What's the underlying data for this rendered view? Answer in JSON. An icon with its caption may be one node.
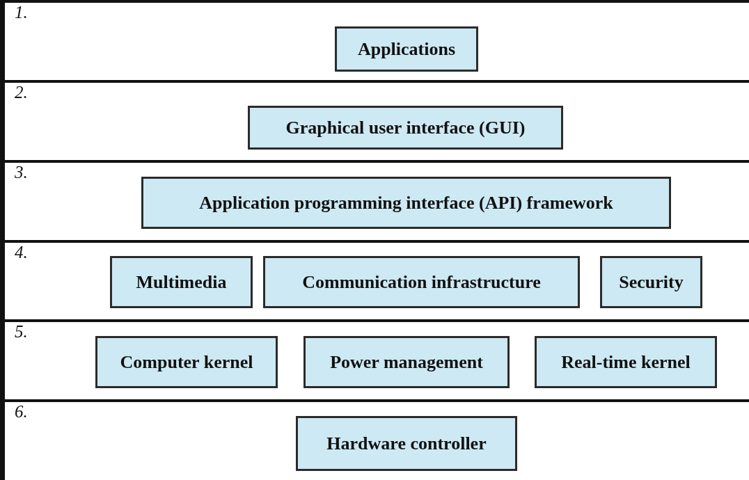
{
  "diagram": {
    "nodes": [
      {
        "text": [
          "1."
        ]
      },
      {
        "text": [
          "Applications"
        ],
        "in": 0
      },
      {
        "text": [
          "2."
        ]
      },
      {
        "text": [
          "Graphical user interface (GUI)"
        ],
        "in": 2
      },
      {
        "text": [
          "3."
        ]
      },
      {
        "text": [
          "Application programming interface (API) framework"
        ],
        "in": 4
      },
      {
        "text": [
          "4."
        ]
      },
      {
        "text": [
          "Multimedia"
        ],
        "in": 6
      },
      {
        "text": [
          "Communication infrastructure"
        ],
        "in": 6
      },
      {
        "text": [
          "Security"
        ],
        "in": 6
      },
      {
        "text": [
          "5."
        ]
      },
      {
        "text": [
          "Computer kernel"
        ],
        "in": 10
      },
      {
        "text": [
          "Power management"
        ],
        "in": 10
      },
      {
        "text": [
          "Real-time kernel"
        ],
        "in": 10
      },
      {
        "text": [
          "6."
        ]
      },
      {
        "text": [
          "Hardware controller"
        ],
        "in": 14
      }
    ]
  }
}
